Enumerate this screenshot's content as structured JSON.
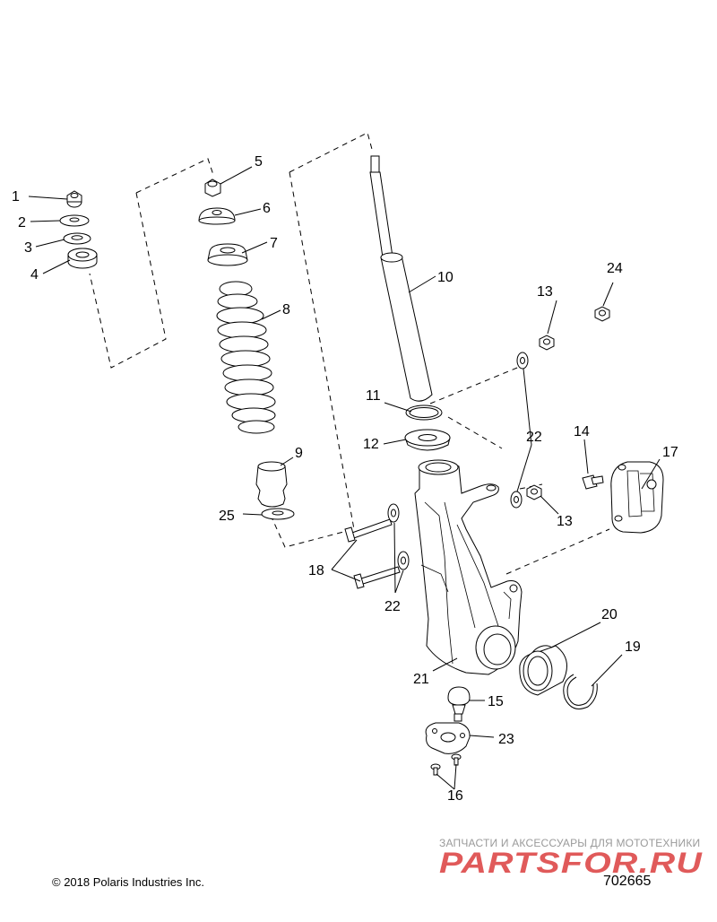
{
  "callouts": {
    "c1": "1",
    "c2": "2",
    "c3": "3",
    "c4": "4",
    "c5": "5",
    "c6": "6",
    "c7": "7",
    "c8": "8",
    "c9": "9",
    "c10": "10",
    "c11": "11",
    "c12": "12",
    "c13a": "13",
    "c13b": "13",
    "c14": "14",
    "c15": "15",
    "c16": "16",
    "c17": "17",
    "c18": "18",
    "c19": "19",
    "c20": "20",
    "c21": "21",
    "c22a": "22",
    "c22b": "22",
    "c23": "23",
    "c24": "24",
    "c25": "25"
  },
  "footer": {
    "copyright": "© 2018 Polaris Industries Inc.",
    "diagram_number": "702665"
  },
  "watermark": {
    "tagline": "ЗАПЧАСТИ И АКСЕССУАРЫ ДЛЯ МОТОТЕХНИКИ",
    "logo_text": "PARTSFOR.RU",
    "color": "#e05a5a"
  }
}
